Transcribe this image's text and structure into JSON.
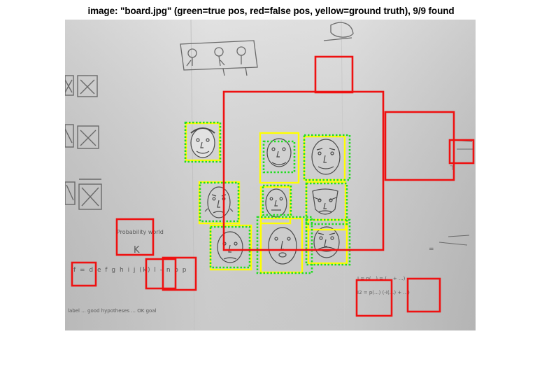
{
  "title": "image: \"board.jpg\" (green=true pos, red=false pos, yellow=ground truth), 9/9 found",
  "image": {
    "filename": "board.jpg",
    "board_background": "#d6d6d6",
    "board_edge_dark": "#bdbdbd",
    "ink": "#555555"
  },
  "board_writing": {
    "line_probability": "Probability world",
    "letter_k": "K",
    "sequence": "f = d e f g h i j (k) l - n o p",
    "bottom_note": "label ... good hypotheses ... OK goal",
    "right_eq_1": "I = p(...) = (... + ...)",
    "right_eq_2": "I2 = p(...) (-I(...) + ...)"
  },
  "legend": {
    "true_positive": {
      "label": "green=true pos",
      "color": "#22dd22"
    },
    "false_positive": {
      "label": "red=false pos",
      "color": "#ee1111"
    },
    "ground_truth": {
      "label": "yellow=ground truth",
      "color": "#ffff00"
    }
  },
  "result": {
    "found": 9,
    "total": 9
  },
  "faces": [
    {
      "id": "face-1",
      "expression": "smile"
    },
    {
      "id": "face-2",
      "expression": "smile"
    },
    {
      "id": "face-3",
      "expression": "grin"
    },
    {
      "id": "face-4",
      "expression": "frown"
    },
    {
      "id": "face-5",
      "expression": "neutral"
    },
    {
      "id": "face-6",
      "expression": "angry"
    },
    {
      "id": "face-7",
      "expression": "frown"
    },
    {
      "id": "face-8",
      "expression": "surprised"
    },
    {
      "id": "face-9",
      "expression": "mustache"
    }
  ]
}
